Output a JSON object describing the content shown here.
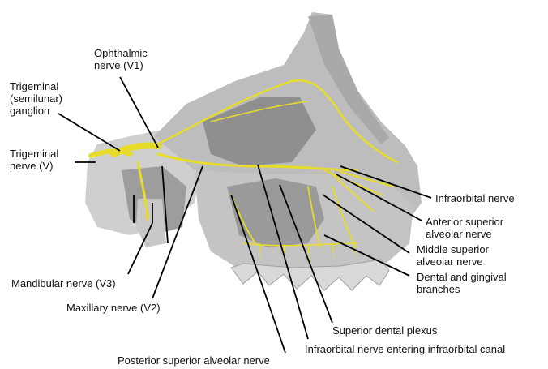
{
  "colors": {
    "bone_light": "#cfcfcf",
    "bone_mid": "#b3b3b3",
    "bone_dark": "#8f8f8f",
    "nerve": "#e8dc2a",
    "leader": "#000000"
  },
  "labels": {
    "ophthalmic": [
      "Ophthalmic",
      "nerve (V1)"
    ],
    "trigeminal_ganglion": [
      "Trigeminal",
      "(semilunar)",
      "ganglion"
    ],
    "trigeminal_nerve": [
      "Trigeminal",
      "nerve (V)"
    ],
    "mandibular": "Mandibular nerve (V3)",
    "maxillary": "Maxillary nerve (V2)",
    "posterior_superior_alveolar": "Posterior superior alveolar nerve",
    "infraorbital_canal": "Infraorbital nerve entering infraorbital canal",
    "superior_dental_plexus": "Superior dental plexus",
    "dental_gingival": [
      "Dental and gingival",
      "branches"
    ],
    "middle_superior_alveolar": [
      "Middle superior",
      "alveolar nerve"
    ],
    "anterior_superior_alveolar": [
      "Anterior superior",
      "alveolar nerve"
    ],
    "infraorbital": "Infraorbital nerve"
  }
}
